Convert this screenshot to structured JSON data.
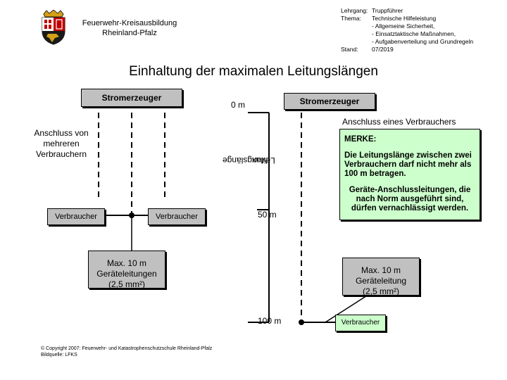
{
  "header": {
    "org_line1": "Feuerwehr-Kreisausbildung",
    "org_line2": "Rheinland-Pfalz",
    "meta": [
      {
        "label": "Lehrgang:",
        "value": "Truppführer"
      },
      {
        "label": "Thema:",
        "value": "Technische Hilfeleistung"
      },
      {
        "label": "",
        "value": "- Allgemeine Sicherheit,"
      },
      {
        "label": "",
        "value": "- Einsatztaktische Maßnahmen,"
      },
      {
        "label": "",
        "value": "- Aufgabenverteilung und Grundregeln"
      },
      {
        "label": "Stand:",
        "value": "07/2019"
      }
    ]
  },
  "title": "Einhaltung der maximalen Leitungslängen",
  "diagram": {
    "generator_left": "Stromerzeuger",
    "generator_right": "Stromerzeuger",
    "mark_0": "0 m",
    "mark_50": "50 m",
    "mark_100": "100 m",
    "left_heading_line1": "Anschluss von",
    "left_heading_line2": "mehreren",
    "left_heading_line3": "Verbrauchern",
    "right_heading": "Anschluss eines Verbrauchers",
    "vertical_line1": "Max.",
    "vertical_line2": "Leitungslänge",
    "consumer_left1": "Verbraucher",
    "consumer_left2": "Verbraucher",
    "consumer_right": "Verbraucher",
    "left_note_line1": "Max. 10 m",
    "left_note_line2": "Geräteleitungen",
    "left_note_line3": "(2,5 mm²)",
    "right_note_line1": "Max. 10 m",
    "right_note_line2": "Geräteleitung",
    "right_note_line3": "(2,5 mm²)",
    "merke_title": "MERKE:",
    "merke_text1": "Die Leitungslänge zwischen zwei Verbrauchern darf nicht mehr als 100 m betragen.",
    "merke_text2": "Geräte-Anschlussleitungen, die nach Norm ausgeführt sind, dürfen vernachlässigt werden."
  },
  "footer": {
    "copyright": "© Copyright 2007: Feuerwehr- und Katastrophenschutzschule Rheinland-Pfalz",
    "source": "Bildquelle: LFKS"
  },
  "colors": {
    "gray_box": "#c0c0c0",
    "green_box": "#ccffcc",
    "line": "#000000"
  },
  "icons": [
    "state-coat-of-arms-icon"
  ]
}
